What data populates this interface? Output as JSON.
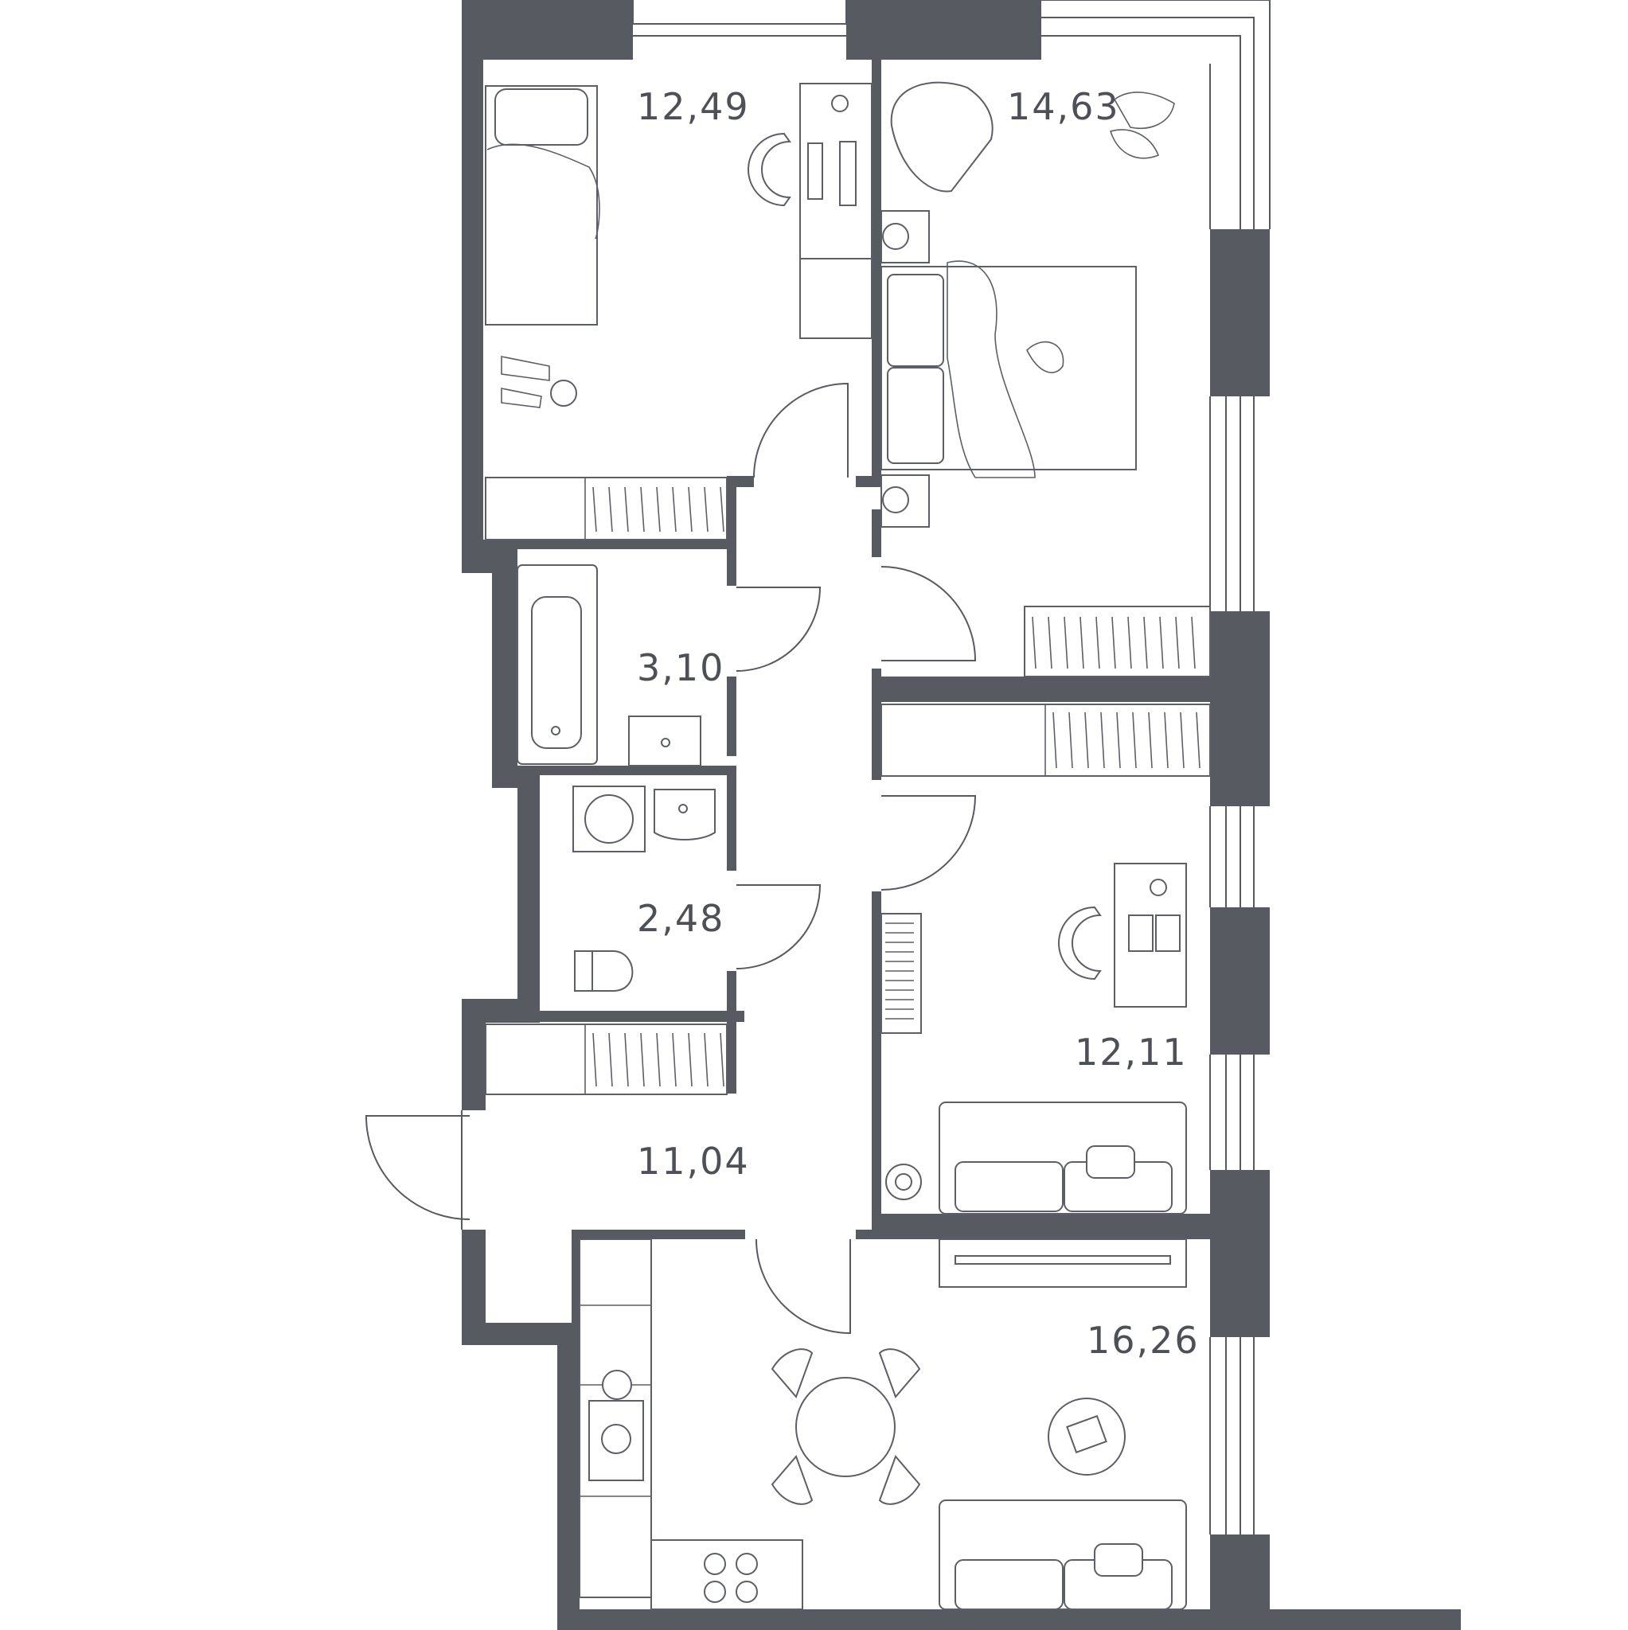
{
  "rooms": [
    {
      "id": "bedroom-1",
      "area": "12,49"
    },
    {
      "id": "bedroom-2",
      "area": "14,63"
    },
    {
      "id": "bathroom",
      "area": "3,10"
    },
    {
      "id": "wc",
      "area": "2,48"
    },
    {
      "id": "bedroom-3",
      "area": "12,11"
    },
    {
      "id": "hallway",
      "area": "11,04"
    },
    {
      "id": "kitchen-living",
      "area": "16,26"
    }
  ],
  "colors": {
    "wall": "#575a60",
    "line": "#5c5f66",
    "background": "#ffffff"
  }
}
